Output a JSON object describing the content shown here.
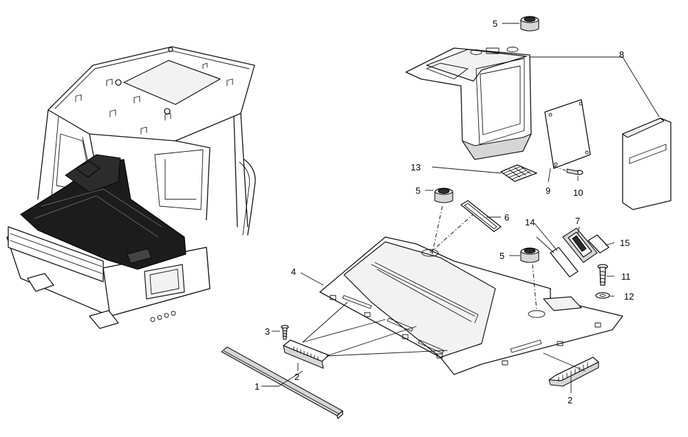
{
  "callouts": {
    "n1": "1",
    "n2a": "2",
    "n2b": "2",
    "n3": "3",
    "n4": "4",
    "n5a": "5",
    "n5b": "5",
    "n5c": "5",
    "n6": "6",
    "n7": "7",
    "n8": "8",
    "n9": "9",
    "n10": "10",
    "n11": "11",
    "n12": "12",
    "n13": "13",
    "n14": "14",
    "n15": "15"
  }
}
